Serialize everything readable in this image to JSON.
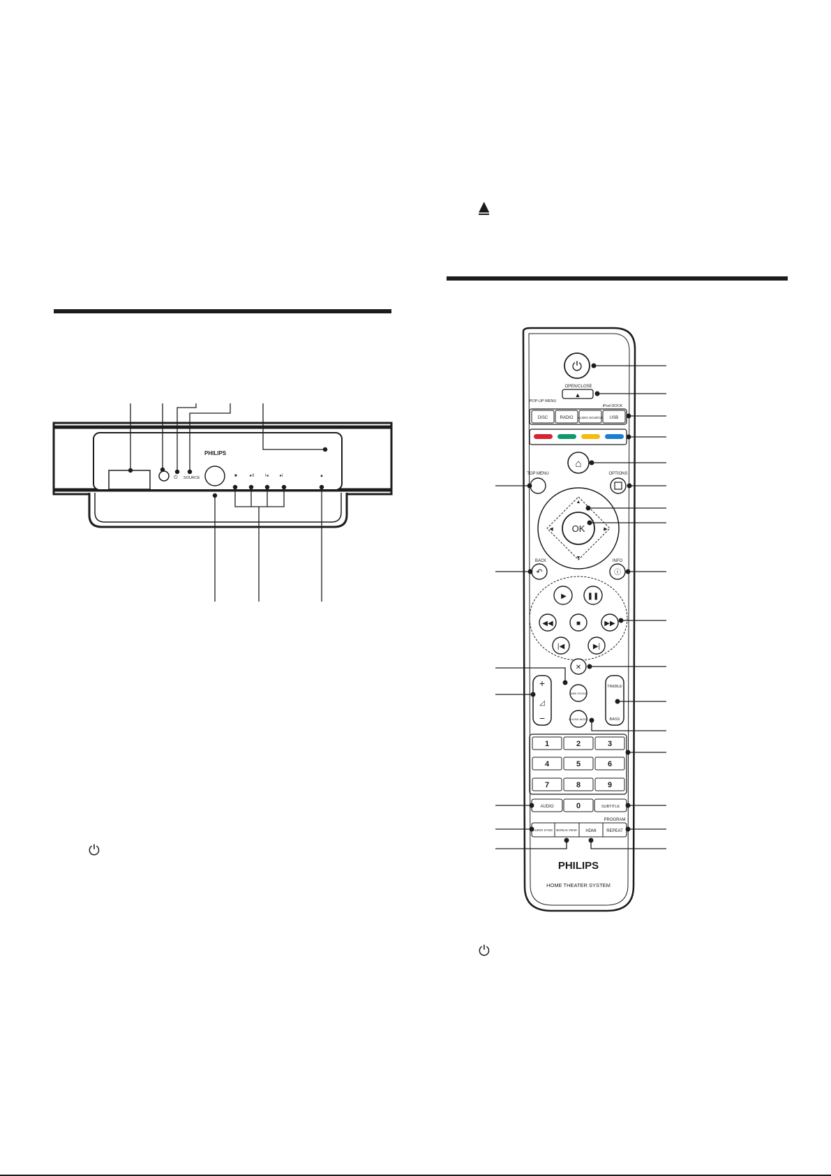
{
  "page_text": {
    "eject_glyph": "▲",
    "standby_glyph_left": "⏻",
    "standby_glyph_right": "⏻"
  },
  "front_panel": {
    "brand": "PHILIPS",
    "source_label": "SOURCE"
  },
  "remote": {
    "open_close_label": "OPEN/CLOSE",
    "popup_menu_label": "POP-UP MENU",
    "ipod_dock_label": "iPod DOCK",
    "source_buttons": [
      "DISC",
      "RADIO",
      "AUDIO SOURCE",
      "USB"
    ],
    "top_menu_label": "TOP MENU",
    "options_label": "OPTIONS",
    "ok_label": "OK",
    "back_label": "BACK",
    "info_label": "INFO",
    "ambi_sound_label": "AMBI SOUND",
    "sound_mode_label": "SOUND MODE",
    "treble_label": "TREBLE",
    "bass_label": "BASS",
    "digits": [
      "1",
      "2",
      "3",
      "4",
      "5",
      "6",
      "7",
      "8",
      "9"
    ],
    "zero": "0",
    "audio_label": "AUDIO",
    "subtitle_label": "SUBTITLE",
    "program_label": "PROGRAM",
    "audio_sync_label": "AUDIO SYNC",
    "bonus_view_label": "BONUS VIEW",
    "hdmi_label": "HDMI",
    "repeat_label": "REPEAT",
    "brand": "PHILIPS",
    "product_label": "HOME THEATER SYSTEM"
  },
  "colors": {
    "red": "#d8242f",
    "green": "#0f9a6e",
    "yellow": "#f6bb0f",
    "blue": "#1a7fd0",
    "rule": "#1c1c1c"
  }
}
